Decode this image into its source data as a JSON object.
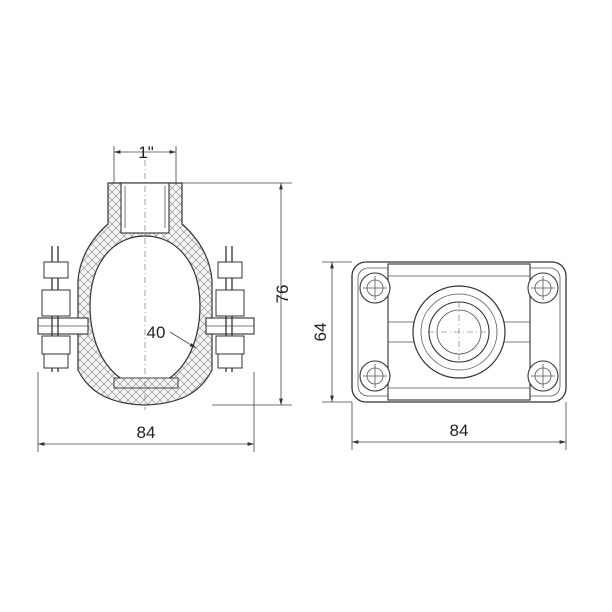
{
  "dimensions": {
    "front_thread": "1\"",
    "front_radius": "40",
    "front_height": "76",
    "front_width": "84",
    "top_height": "64",
    "top_width": "84"
  },
  "colors": {
    "line": "#333333",
    "background": "#ffffff"
  }
}
